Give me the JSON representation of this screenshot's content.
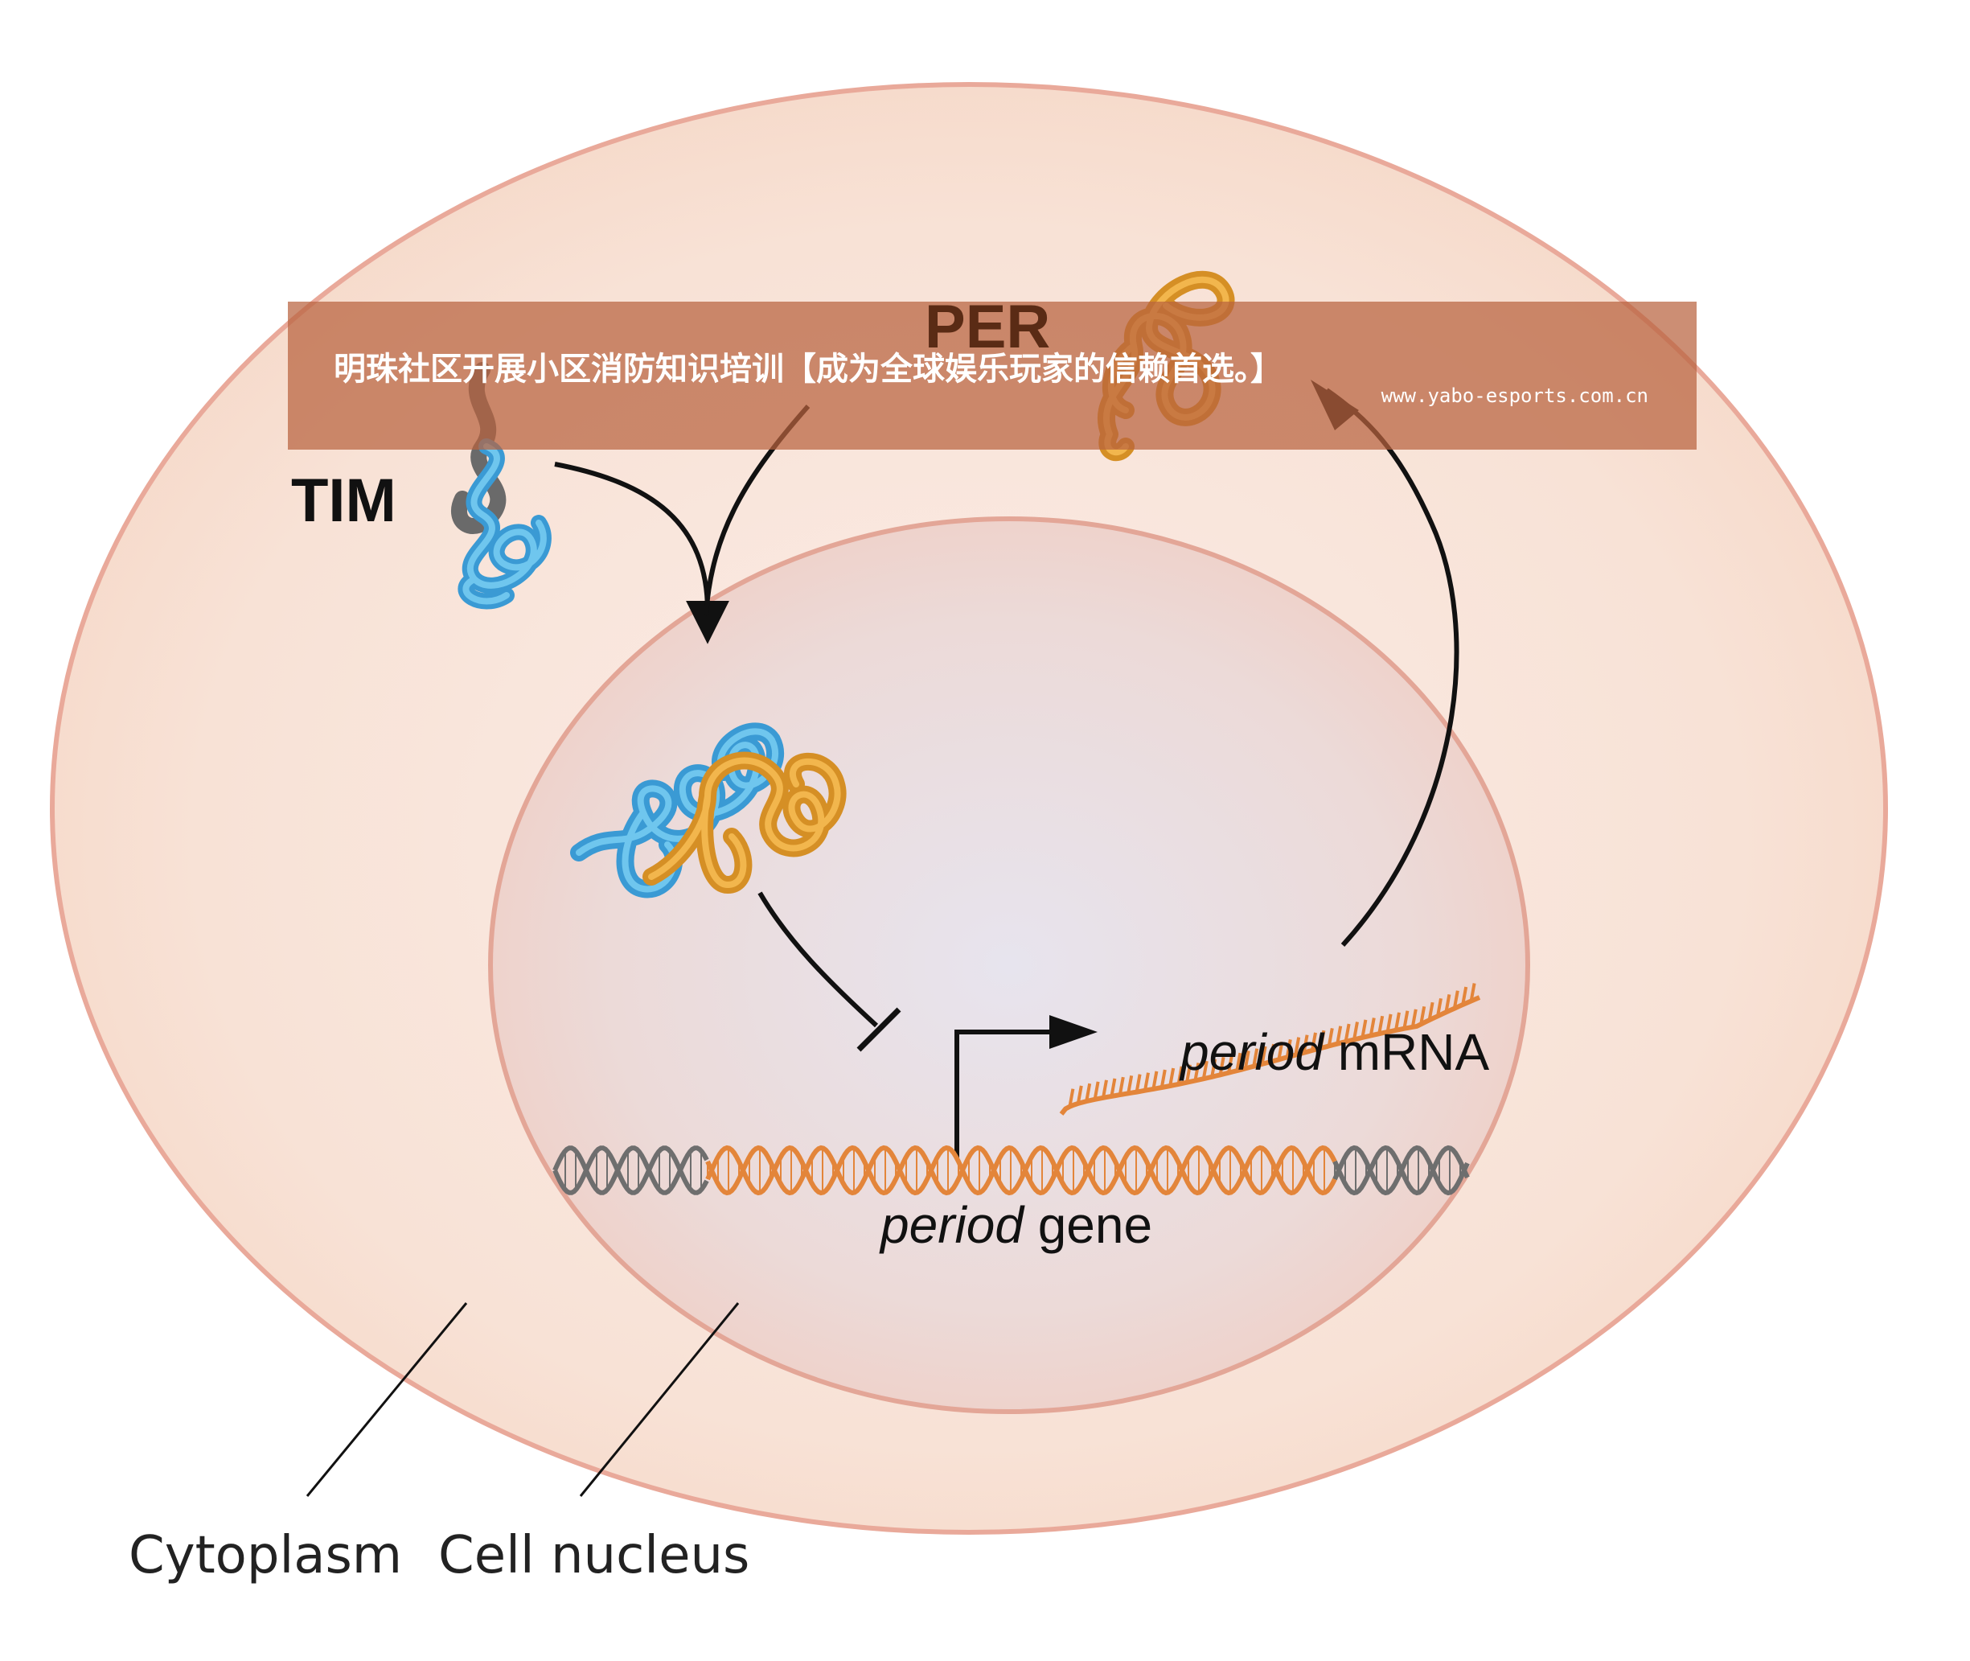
{
  "labels": {
    "per": "PER",
    "tim": "TIM",
    "gene_italic": "period",
    "gene_rest": " gene",
    "mrna_italic": "period",
    "mrna_rest": " mRNA",
    "cytoplasm": "Cytoplasm",
    "nucleus": "Cell nucleus"
  },
  "banner": {
    "title": "明珠社区开展小区消防知识培训【成为全球娱乐玩家的信赖首选。】",
    "url": "www.yabo-esports.com.cn"
  },
  "colors": {
    "cell_fill": "#f7ddcf",
    "cell_stroke": "#e8a99a",
    "nucleus_fill": "#eed9d6",
    "nucleus_stroke": "#e2a596",
    "tim_protein": "#4ab0e4",
    "per_protein": "#e8a233",
    "dna_orange": "#e3853a",
    "dna_gray": "#6e6e6e",
    "banner_bg": "#b8633f"
  },
  "icons": {
    "tim": "tim-protein-icon",
    "per": "per-protein-icon",
    "complex": "per-tim-complex-icon",
    "dna": "dna-helix-icon",
    "mrna": "mrna-strand-icon"
  }
}
